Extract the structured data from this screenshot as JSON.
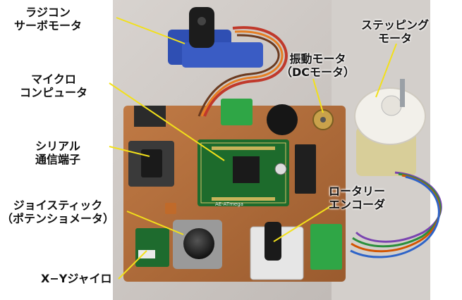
{
  "labels": {
    "rc_servo": [
      "ラジコン",
      "サーボモータ"
    ],
    "microcomputer": [
      "マイクロ",
      "コンピュータ"
    ],
    "serial_port": [
      "シリアル",
      "通信端子"
    ],
    "joystick": [
      "ジョイスティック",
      "（ポテンショメータ）"
    ],
    "gyro": "X−Yジャイロ",
    "vibration_motor": [
      "振動モータ",
      "（DCモータ）"
    ],
    "stepping_motor": [
      "ステッピング",
      "モータ"
    ],
    "rotary_encoder": [
      "ロータリー",
      "エンコーダ"
    ]
  },
  "components": {
    "chip_label": "AE-ATmega"
  },
  "colors": {
    "leader_line": "#f2e01a",
    "board": "#b5703c",
    "mcu_pcb": "#1d6b2c",
    "servo_blue": "#2f4fb3",
    "terminal_green": "#2fa646",
    "background": "#ffffff"
  }
}
